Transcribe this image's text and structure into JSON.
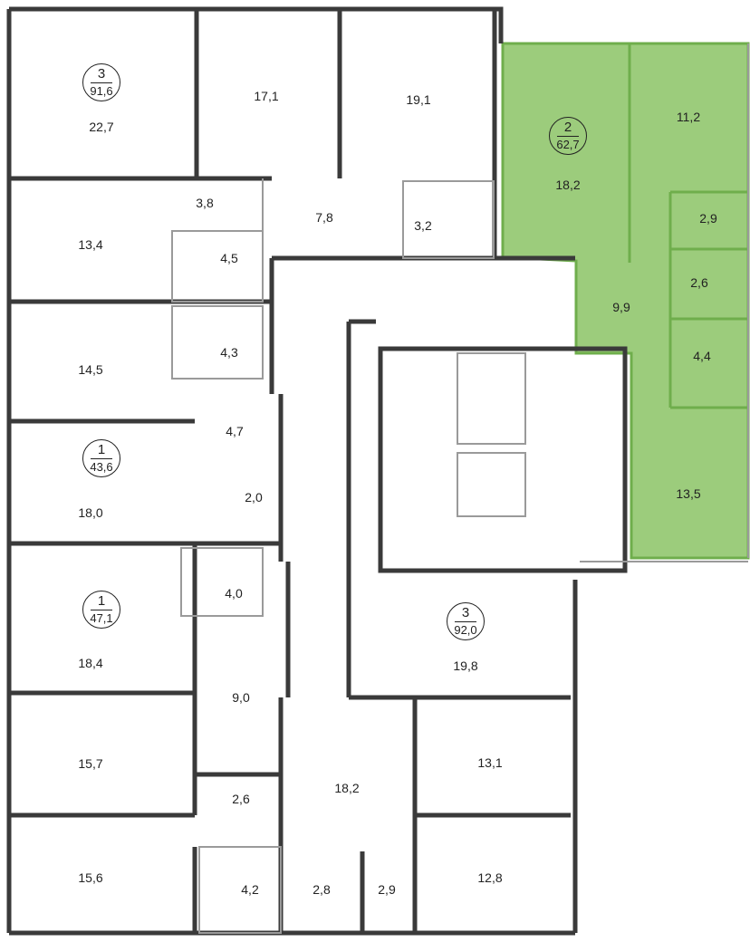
{
  "colors": {
    "highlight_fill": "#9ccc7c",
    "highlight_border": "#6fae4c",
    "wall": "#3a3a3a",
    "thin_wall": "#9a9a9a"
  },
  "apartments": [
    {
      "rooms": "3",
      "area": "91,6"
    },
    {
      "rooms": "1",
      "area": "43,6"
    },
    {
      "rooms": "1",
      "area": "47,1"
    },
    {
      "rooms": "3",
      "area": "92,0"
    },
    {
      "rooms": "2",
      "area": "62,7"
    }
  ],
  "rooms": [
    "22,7",
    "17,1",
    "19,1",
    "3,8",
    "7,8",
    "3,2",
    "13,4",
    "4,5",
    "14,5",
    "4,3",
    "4,7",
    "18,0",
    "2,0",
    "18,4",
    "4,0",
    "9,0",
    "15,7",
    "2,6",
    "18,2",
    "15,6",
    "4,2",
    "2,8",
    "2,9",
    "12,8",
    "13,1",
    "19,8",
    "18,2",
    "11,2",
    "2,9",
    "2,6",
    "9,9",
    "4,4",
    "13,5"
  ]
}
